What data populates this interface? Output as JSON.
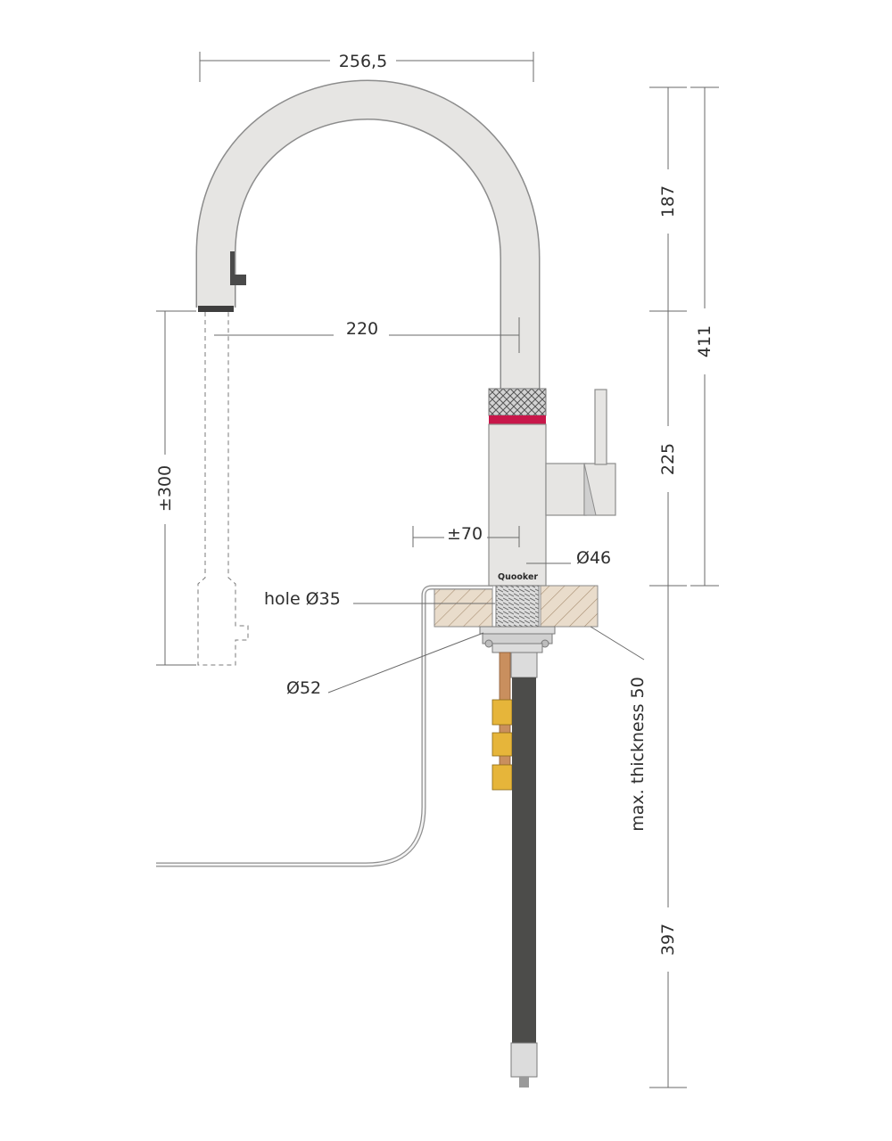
{
  "brand": "Quooker",
  "colors": {
    "tap_body": "#e6e5e3",
    "tap_outline": "#8c8c8c",
    "accent_ring": "#c8174a",
    "knurl": "#cfcfcf",
    "hose": "#4c4c4a",
    "copper": "#c98f5e",
    "brass": "#e6b53a",
    "worktop_hatch": "#e9dccb",
    "dimension_line": "#6a6a6a"
  },
  "dimensions": {
    "reach_total": "256,5",
    "spout_reach": "220",
    "pullout_length": "±300",
    "lever_offset": "±70",
    "body_diameter": "Ø46",
    "mounting_hole": "hole Ø35",
    "flange_diameter": "Ø52",
    "max_thickness": "max. thickness 50",
    "height_spout": "187",
    "height_body": "225",
    "height_total": "411",
    "below_worktop": "397"
  }
}
